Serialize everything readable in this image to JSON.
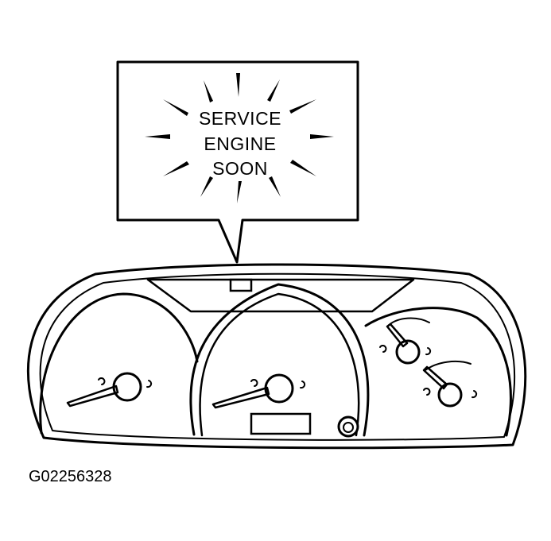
{
  "callout": {
    "lines": [
      "SERVICE",
      "ENGINE",
      "SOON"
    ]
  },
  "figure_id": "G02256328",
  "colors": {
    "ink": "#000000",
    "paper": "#ffffff"
  }
}
